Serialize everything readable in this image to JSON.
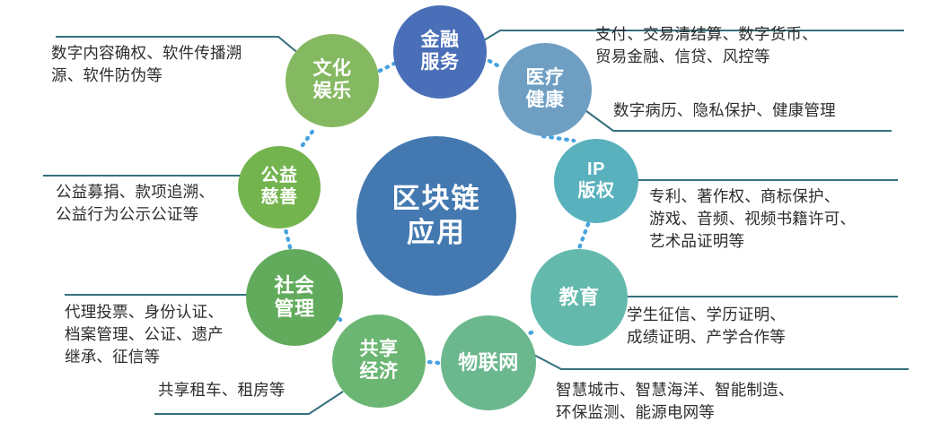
{
  "diagram": {
    "title": "区块链应用",
    "center": {
      "name": "blockchain-application",
      "lines": [
        "区块链",
        "应用"
      ],
      "color": "#4379b0"
    },
    "colors": {
      "finance": "#4a6fb8",
      "medical": "#6e9fc3",
      "ip": "#59b1bd",
      "education": "#63b9ab",
      "iot": "#6cb88e",
      "sharing": "#6bb672",
      "social": "#62ab5c",
      "charity": "#73b44f",
      "culture": "#85b961",
      "center": "#4379b0",
      "connector_line": "#35707d",
      "dot_connector": "#3f9ede",
      "text": "#2d2d2d"
    },
    "nodes": [
      {
        "key": "finance",
        "label_lines": [
          "金融",
          "服务"
        ],
        "description": "支付、交易清结算、数字货币、\n贸易金融、信贷、风控等"
      },
      {
        "key": "medical",
        "label_lines": [
          "医疗",
          "健康"
        ],
        "description": "数字病历、隐私保护、健康管理"
      },
      {
        "key": "ip",
        "label_lines": [
          "IP",
          "版权"
        ],
        "description": "专利、著作权、商标保护、\n游戏、音频、视频书籍许可、\n艺术品证明等"
      },
      {
        "key": "education",
        "label_lines": [
          "教育"
        ],
        "description": "学生征信、学历证明、\n成绩证明、产学合作等"
      },
      {
        "key": "iot",
        "label_lines": [
          "物联网"
        ],
        "description": "智慧城市、智慧海洋、智能制造、\n环保监测、能源电网等"
      },
      {
        "key": "sharing",
        "label_lines": [
          "共享",
          "经济"
        ],
        "description": "共享租车、租房等"
      },
      {
        "key": "social",
        "label_lines": [
          "社会",
          "管理"
        ],
        "description": "代理投票、身份认证、\n档案管理、公证、遗产\n继承、征信等"
      },
      {
        "key": "charity",
        "label_lines": [
          "公益",
          "慈善"
        ],
        "description": "公益募捐、款项追溯、\n公益行为公示公证等"
      },
      {
        "key": "culture",
        "label_lines": [
          "文化",
          "娱乐"
        ],
        "description": "数字内容确权、软件传播溯\n源、软件防伪等"
      }
    ]
  }
}
